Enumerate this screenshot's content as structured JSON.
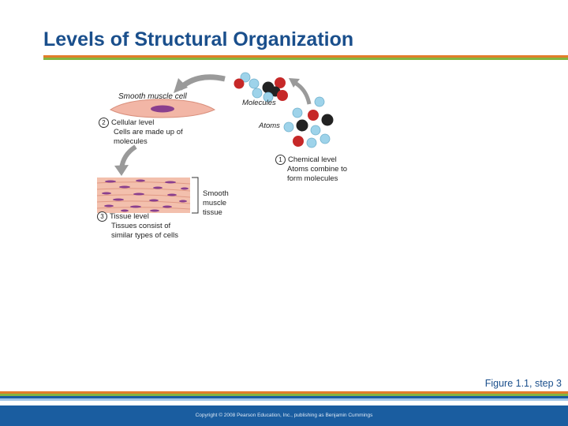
{
  "header": {
    "title": "Levels of Structural Organization"
  },
  "colors": {
    "title": "#1a4f8c",
    "stripe_orange": "#e27d2a",
    "stripe_green": "#84b540",
    "stripe_blue": "#1a5da0",
    "footer": "#1a5da0"
  },
  "diagram": {
    "smooth_muscle_cell": "Smooth muscle cell",
    "molecules": "Molecules",
    "atoms": "Atoms",
    "cellular": {
      "number": "2",
      "line1": "Cellular level",
      "line2": "Cells are made up of",
      "line3": "molecules"
    },
    "chemical": {
      "number": "1",
      "line1": "Chemical level",
      "line2": "Atoms combine to",
      "line3": "form molecules"
    },
    "tissue": {
      "number": "3",
      "line1": "Tissue level",
      "line2": "Tissues consist of",
      "line3": "similar types of cells"
    },
    "smooth_muscle_tissue": {
      "line1": "Smooth",
      "line2": "muscle",
      "line3": "tissue"
    }
  },
  "figure_caption": "Figure 1.1, step 3",
  "footer": {
    "copyright": "Copyright © 2008 Pearson Education, Inc., publishing as Benjamin Cummings"
  }
}
